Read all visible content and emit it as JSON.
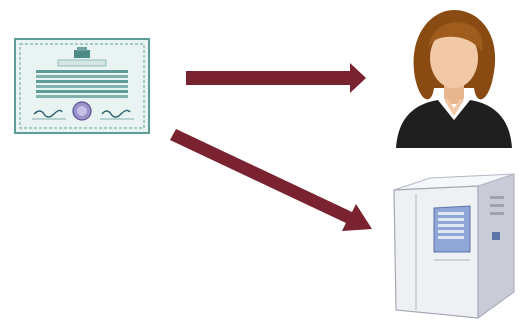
{
  "diagram": {
    "nodes": [
      {
        "id": "certificate",
        "icon": "certificate-icon",
        "label": ""
      },
      {
        "id": "person",
        "icon": "person-icon",
        "label": ""
      },
      {
        "id": "server",
        "icon": "server-icon",
        "label": ""
      }
    ],
    "edges": [
      {
        "from": "certificate",
        "to": "person",
        "style": "arrow"
      },
      {
        "from": "certificate",
        "to": "server",
        "style": "arrow"
      }
    ],
    "colors": {
      "arrow": "#7a2230",
      "certificate_border": "#5e9c97",
      "certificate_fill": "#e9f3f1",
      "hair": "#8a4b12",
      "skin": "#f2c9a6",
      "suit": "#1f1f1f",
      "server_body": "#eef0f4",
      "server_panel": "#8fa6d6"
    }
  }
}
